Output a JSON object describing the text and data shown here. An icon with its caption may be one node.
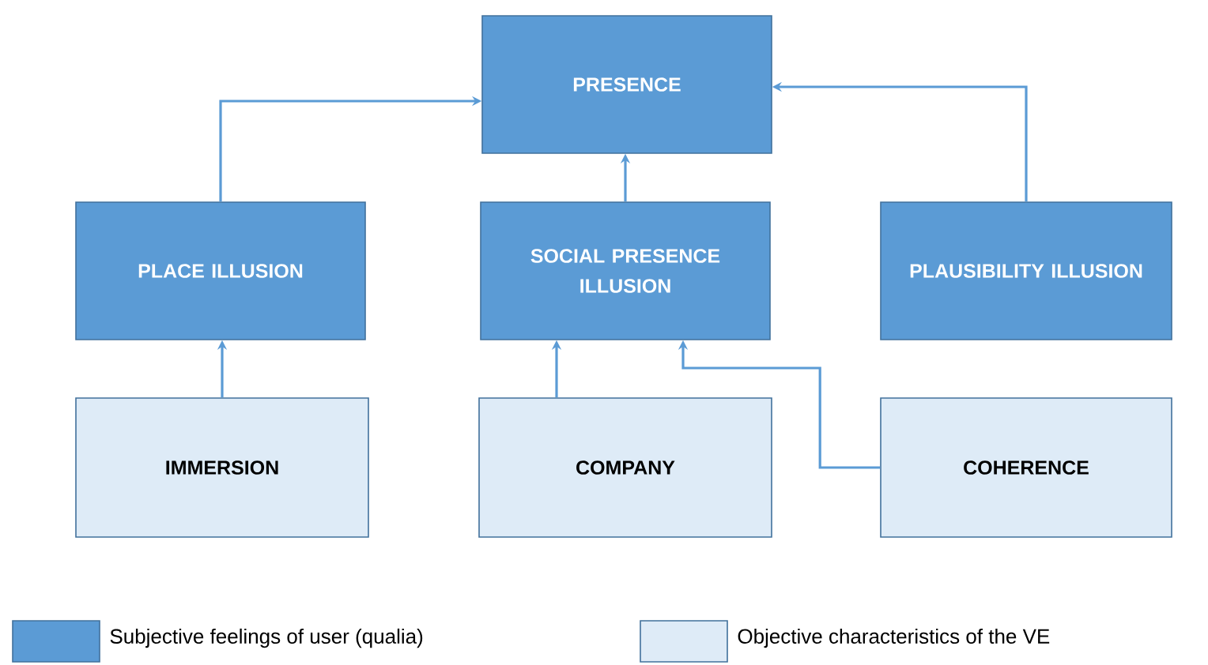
{
  "diagram": {
    "nodes": [
      {
        "text": [
          "PRESENCE"
        ]
      },
      {
        "text": [
          "PLACE ILLUSION"
        ]
      },
      {
        "text": [
          "SOCIAL PRESENCE ILLUSION"
        ]
      },
      {
        "text": [
          "PLAUSIBILITY ILLUSION"
        ]
      },
      {
        "text": [
          "IMMERSION"
        ]
      },
      {
        "text": [
          "COMPANY"
        ]
      },
      {
        "text": [
          "COHERENCE"
        ]
      }
    ],
    "edges": [
      {
        "from": 1,
        "to": 0,
        "arrow": "to"
      },
      {
        "from": 2,
        "to": 0,
        "arrow": "to"
      },
      {
        "from": 3,
        "to": 0,
        "arrow": "to"
      },
      {
        "from": 4,
        "to": 1,
        "arrow": "to"
      },
      {
        "from": 5,
        "to": 2,
        "arrow": "to"
      },
      {
        "from": 6,
        "to": 2,
        "arrow": "to"
      }
    ],
    "legend": [
      {
        "text": "Subjective feelings of user (qualia)",
        "color": "#5b9bd5"
      },
      {
        "text": "Objective characteristics of the VE",
        "color": "#deebf7"
      }
    ]
  }
}
